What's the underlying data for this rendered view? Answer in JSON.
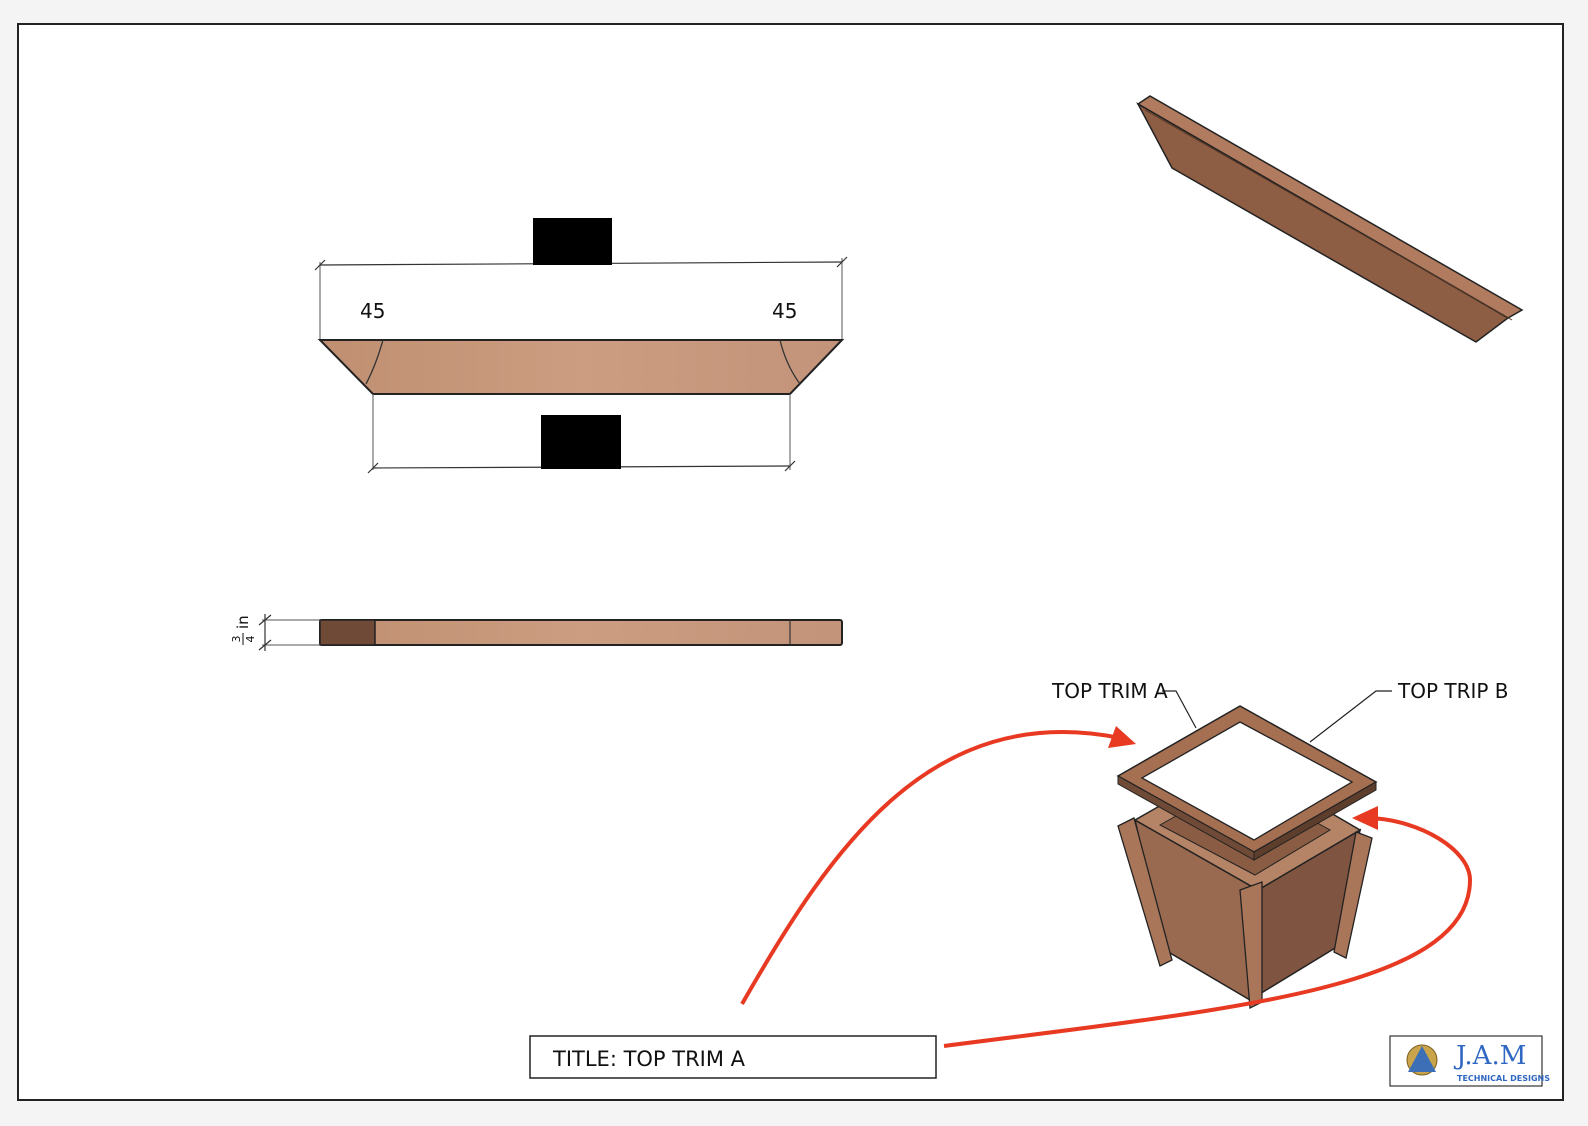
{
  "sheet": {
    "title": "TITLE: TOP TRIM A",
    "logo": {
      "name": "J.A.M",
      "tagline": "TECHNICAL DESIGNS"
    }
  },
  "front_view": {
    "angle_left": "45",
    "angle_right": "45"
  },
  "side_view": {
    "thickness": "3/4 in",
    "thickness_num": "3",
    "thickness_den": "4",
    "thickness_unit": "in"
  },
  "assembly_view": {
    "callouts": [
      {
        "label": "TOP TRIM A"
      },
      {
        "label": "TOP TRIP B"
      }
    ]
  },
  "colors": {
    "wood_light": "#c99a7c",
    "wood_mid": "#9e6e53",
    "wood_dark": "#6f4a36",
    "annotation_arrow": "#e83a22",
    "redaction": "#000000"
  }
}
